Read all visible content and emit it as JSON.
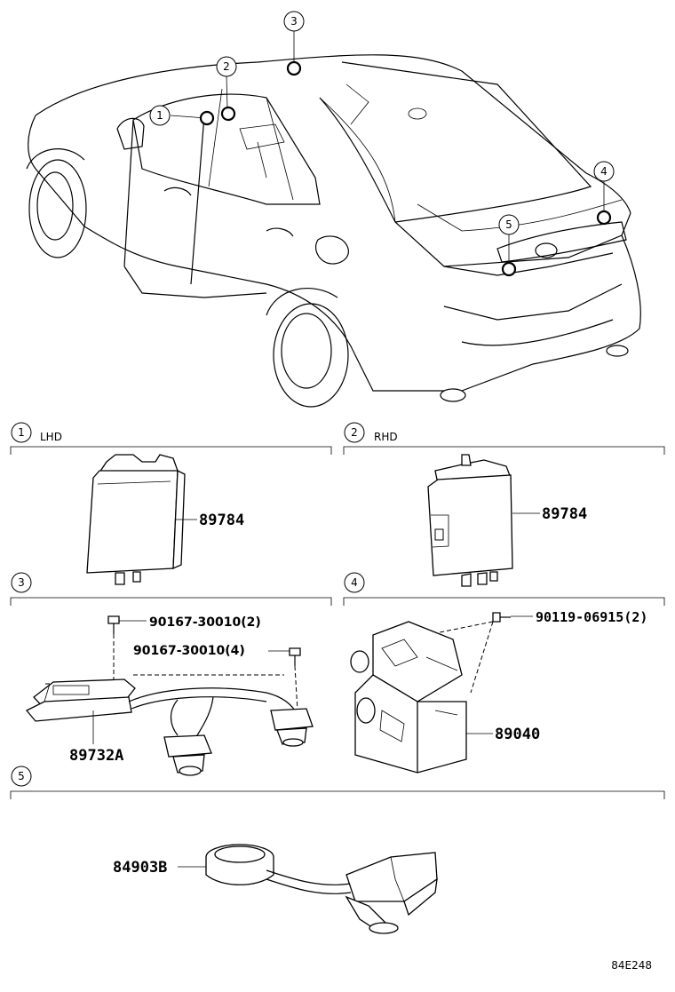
{
  "callouts": [
    "1",
    "2",
    "3",
    "4",
    "5"
  ],
  "sections": {
    "s1": {
      "num": "1",
      "label": "LHD"
    },
    "s2": {
      "num": "2",
      "label": "RHD"
    },
    "s3": {
      "num": "3",
      "label": ""
    },
    "s4": {
      "num": "4",
      "label": ""
    },
    "s5": {
      "num": "5",
      "label": ""
    }
  },
  "parts": {
    "p1": "89784",
    "p2": "89784",
    "p3_bolt1": "90167-30010(2)",
    "p3_bolt2": "90167-30010(4)",
    "p3_main": "89732A",
    "p4_bolt": "90119-06915(2)",
    "p4_main": "89040",
    "p5_main": "84903B"
  },
  "diagram_code": "84E248"
}
